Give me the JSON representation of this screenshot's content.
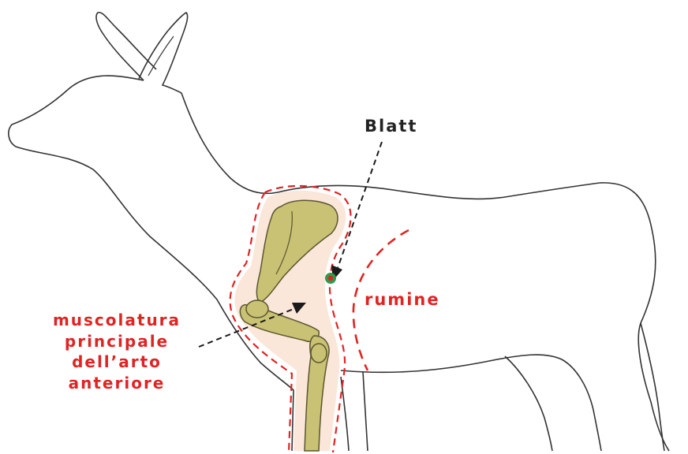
{
  "labels": {
    "blatt": "Blatt",
    "rumine": "rumine",
    "muscle_lines": [
      "muscolatura",
      "principale",
      "dell’arto",
      "anteriore"
    ]
  },
  "colors": {
    "outline": "#333333",
    "annotation_red": "#e02424",
    "arrow": "#1a1a1a",
    "muscle_fill": "#fbe6da",
    "bone_fill": "#c9c173",
    "bone_stroke": "#5a5630",
    "target_dot": "#2e9a4a",
    "target_center": "#e02424"
  },
  "icons": {
    "target": "green-dot-with-red-center"
  }
}
